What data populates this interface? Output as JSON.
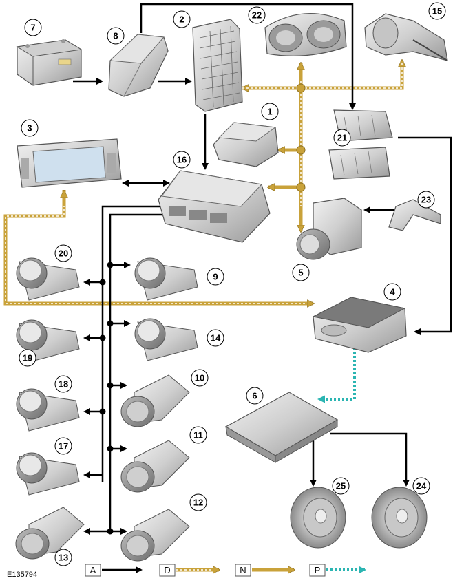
{
  "figure_ref": "E135794",
  "colors": {
    "line_A": "#000000",
    "line_D": "#c9a23a",
    "line_N": "#c9a23a",
    "line_P": "#2bb5b2",
    "node": "#c9a23a",
    "component_fill": "#d9d9d9",
    "component_stroke": "#555555"
  },
  "components": [
    {
      "id": "1",
      "label": "1",
      "icon": "relay-module-icon"
    },
    {
      "id": "2",
      "label": "2",
      "icon": "fuse-box-icon"
    },
    {
      "id": "3",
      "label": "3",
      "icon": "display-screen-icon"
    },
    {
      "id": "4",
      "label": "4",
      "icon": "amplifier-module-icon"
    },
    {
      "id": "5",
      "label": "5",
      "icon": "abs-pump-icon"
    },
    {
      "id": "6",
      "label": "6",
      "icon": "amplifier-board-icon"
    },
    {
      "id": "7",
      "label": "7",
      "icon": "battery-icon"
    },
    {
      "id": "8",
      "label": "8",
      "icon": "battery-junction-box-icon"
    },
    {
      "id": "9",
      "label": "9",
      "icon": "parking-sensor-icon"
    },
    {
      "id": "10",
      "label": "10",
      "icon": "parking-sensor-icon"
    },
    {
      "id": "11",
      "label": "11",
      "icon": "parking-sensor-icon"
    },
    {
      "id": "12",
      "label": "12",
      "icon": "parking-sensor-icon"
    },
    {
      "id": "13",
      "label": "13",
      "icon": "parking-sensor-icon"
    },
    {
      "id": "14",
      "label": "14",
      "icon": "parking-sensor-icon"
    },
    {
      "id": "15",
      "label": "15",
      "icon": "gear-selector-icon"
    },
    {
      "id": "16",
      "label": "16",
      "icon": "parking-aid-module-icon"
    },
    {
      "id": "17",
      "label": "17",
      "icon": "parking-sensor-icon"
    },
    {
      "id": "18",
      "label": "18",
      "icon": "parking-sensor-icon"
    },
    {
      "id": "19",
      "label": "19",
      "icon": "parking-sensor-icon"
    },
    {
      "id": "20",
      "label": "20",
      "icon": "parking-sensor-icon"
    },
    {
      "id": "21",
      "label": "21",
      "icon": "fuse-relay-box-icon"
    },
    {
      "id": "22",
      "label": "22",
      "icon": "instrument-cluster-icon"
    },
    {
      "id": "23",
      "label": "23",
      "icon": "wheel-speed-sensor-icon"
    },
    {
      "id": "24",
      "label": "24",
      "icon": "speaker-icon"
    },
    {
      "id": "25",
      "label": "25",
      "icon": "speaker-icon"
    }
  ],
  "legend": [
    {
      "key": "A",
      "label": "A",
      "style": "solid"
    },
    {
      "key": "D",
      "label": "D",
      "style": "dashed-gold"
    },
    {
      "key": "N",
      "label": "N",
      "style": "solid-gold"
    },
    {
      "key": "P",
      "label": "P",
      "style": "dotted-teal"
    }
  ]
}
